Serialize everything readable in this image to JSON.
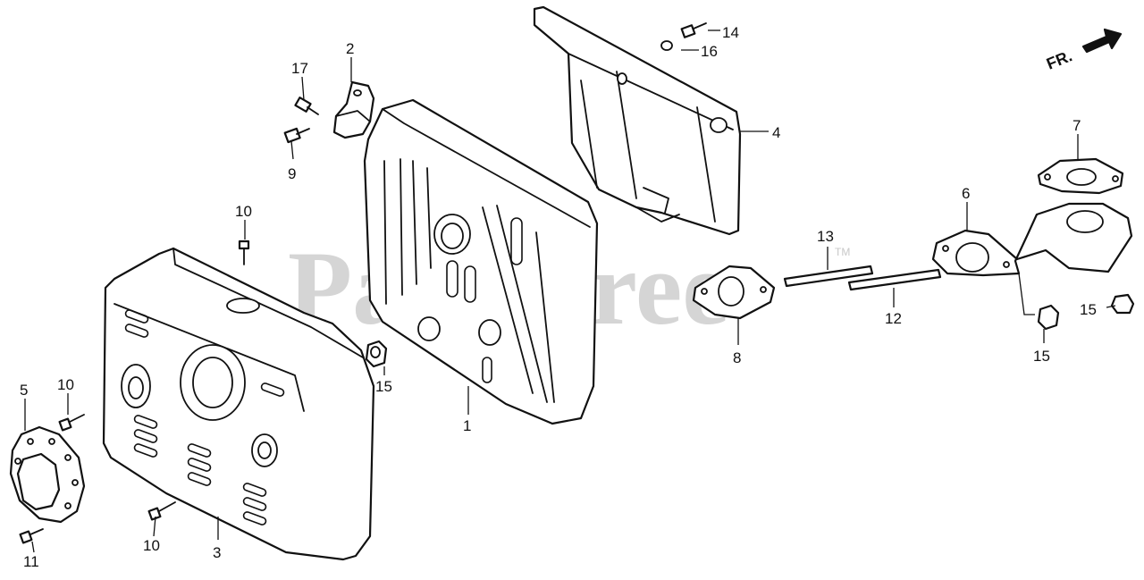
{
  "watermark": {
    "text": "PartsTree",
    "trademark": "TM"
  },
  "direction_label": "FR.",
  "callouts": [
    {
      "id": "c1",
      "label": "1"
    },
    {
      "id": "c2",
      "label": "2"
    },
    {
      "id": "c3",
      "label": "3"
    },
    {
      "id": "c4",
      "label": "4"
    },
    {
      "id": "c5",
      "label": "5"
    },
    {
      "id": "c6",
      "label": "6"
    },
    {
      "id": "c7",
      "label": "7"
    },
    {
      "id": "c8",
      "label": "8"
    },
    {
      "id": "c9",
      "label": "9"
    },
    {
      "id": "c10a",
      "label": "10"
    },
    {
      "id": "c10b",
      "label": "10"
    },
    {
      "id": "c10c",
      "label": "10"
    },
    {
      "id": "c11",
      "label": "11"
    },
    {
      "id": "c12",
      "label": "12"
    },
    {
      "id": "c13",
      "label": "13"
    },
    {
      "id": "c14",
      "label": "14"
    },
    {
      "id": "c15a",
      "label": "15"
    },
    {
      "id": "c15b",
      "label": "15"
    },
    {
      "id": "c15c",
      "label": "15"
    },
    {
      "id": "c16",
      "label": "16"
    },
    {
      "id": "c17",
      "label": "17"
    }
  ]
}
